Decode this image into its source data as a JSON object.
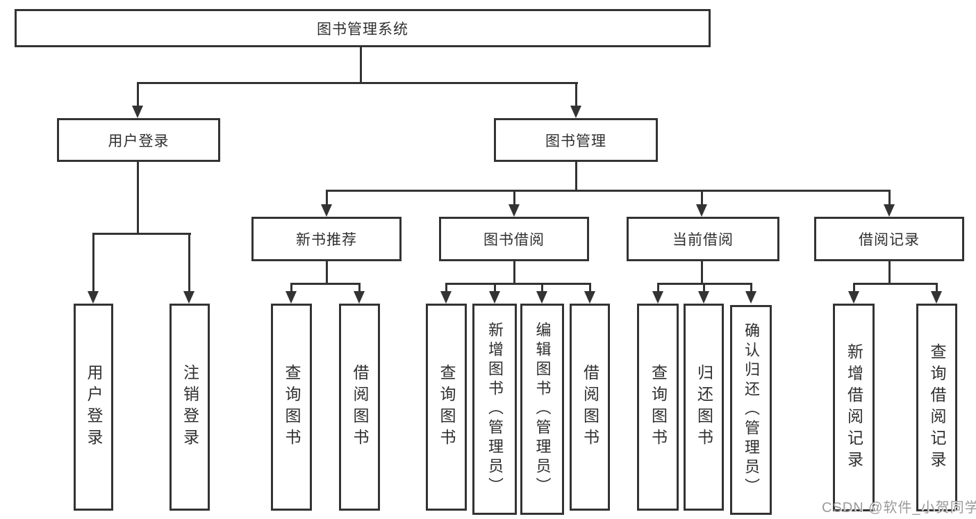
{
  "colors": {
    "line": "#333333",
    "text": "#2f2f2f",
    "box_fill": "#ffffff",
    "watermark": "#9a9a9a",
    "background": "#ffffff"
  },
  "diagram": {
    "root": {
      "label": "图书管理系统"
    },
    "branches": [
      {
        "label": "用户登录",
        "children": [
          {
            "label": "用户登录"
          },
          {
            "label": "注销登录"
          }
        ]
      },
      {
        "label": "图书管理",
        "groups": [
          {
            "label": "新书推荐",
            "children": [
              {
                "label": "查询图书"
              },
              {
                "label": "借阅图书"
              }
            ]
          },
          {
            "label": "图书借阅",
            "children": [
              {
                "label": "查询图书"
              },
              {
                "label": "新增图书（管理员）"
              },
              {
                "label": "编辑图书（管理员）"
              },
              {
                "label": "借阅图书"
              }
            ]
          },
          {
            "label": "当前借阅",
            "children": [
              {
                "label": "查询图书"
              },
              {
                "label": "归还图书"
              },
              {
                "label": "确认归还（管理员）"
              }
            ]
          },
          {
            "label": "借阅记录",
            "children": [
              {
                "label": "新增借阅记录"
              },
              {
                "label": "查询借阅记录"
              }
            ]
          }
        ]
      }
    ]
  },
  "watermark": {
    "text": "CSDN @软件_小贺同学"
  }
}
